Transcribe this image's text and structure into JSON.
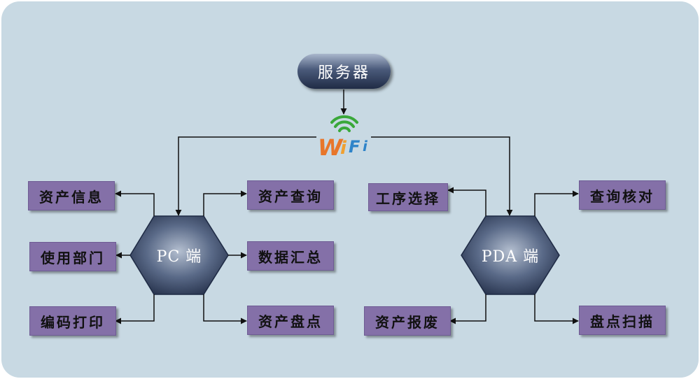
{
  "server": {
    "label": "服务器"
  },
  "wifi": {
    "letters": [
      "W",
      "i",
      "F",
      "i"
    ],
    "colors": [
      "#e8762a",
      "#f0a030",
      "#2f84c9",
      "#2f84c9"
    ],
    "signal_color": "#3aa83a"
  },
  "pc": {
    "label": "PC 端",
    "left_items": [
      "资产信息",
      "使用部门",
      "编码打印"
    ],
    "right_items": [
      "资产查询",
      "数据汇总",
      "资产盘点"
    ]
  },
  "pda": {
    "label": "PDA 端",
    "left_items": [
      "工序选择",
      "资产报废"
    ],
    "right_items": [
      "查询核对",
      "盘点扫描"
    ]
  },
  "colors": {
    "panel": "#c8d9e3",
    "box": "#8470a8",
    "line": "#111111"
  }
}
